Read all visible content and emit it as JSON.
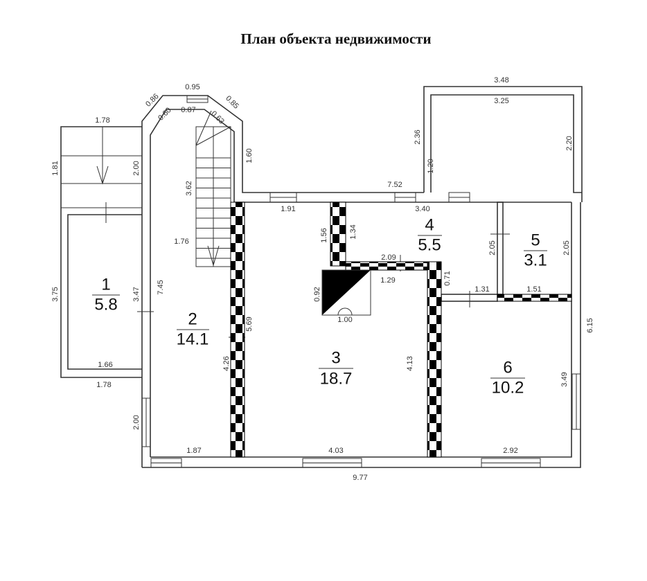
{
  "title": "План объекта недвижимости",
  "rooms": [
    {
      "number": "1",
      "area": "5.8"
    },
    {
      "number": "2",
      "area": "14.1"
    },
    {
      "number": "3",
      "area": "18.7"
    },
    {
      "number": "4",
      "area": "5.5"
    },
    {
      "number": "5",
      "area": "3.1"
    },
    {
      "number": "6",
      "area": "10.2"
    }
  ],
  "dims": [
    "1.78",
    "1.81",
    "2.00",
    "3.75",
    "3.47",
    "7.45",
    "1.66",
    "1.78",
    "2.00",
    "1.87",
    "0.86",
    "0.60",
    "0.95",
    "0.87",
    "0.85",
    "0.63",
    "1.60",
    "3.62",
    "1.76",
    "5.69",
    "4.26",
    "1.91",
    "1.56",
    "1.34",
    "7.52",
    "3.40",
    "3.48",
    "3.25",
    "2.36",
    "1.20",
    "2.20",
    "2.09",
    "1.29",
    "0.92",
    "1.00",
    "0.71",
    "1.31",
    "1.51",
    "2.05",
    "2.05",
    "6.15",
    "4.13",
    "3.49",
    "4.03",
    "2.92",
    "9.77"
  ],
  "colors": {
    "wall": "#333333",
    "load_bearing": "#000000"
  }
}
